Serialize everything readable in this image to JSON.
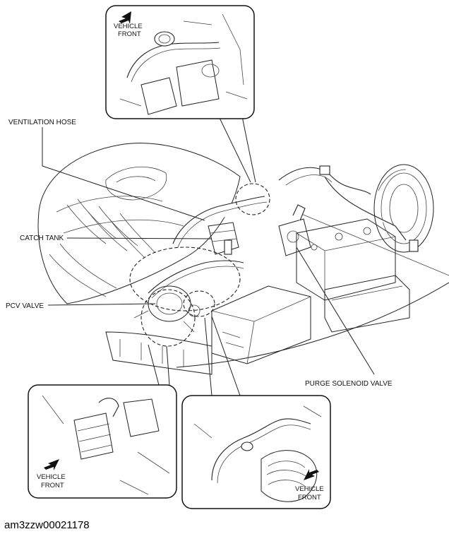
{
  "labels": {
    "ventilation_hose": "VENTILATION HOSE",
    "catch_tank": "CATCH TANK",
    "pcv_valve": "PCV VALVE",
    "purge_solenoid_valve": "PURGE SOLENOID VALVE"
  },
  "insets": {
    "top": {
      "line1": "VEHICLE",
      "line2": "FRONT"
    },
    "bottom_left": {
      "line1": "VEHICLE",
      "line2": "FRONT"
    },
    "bottom_right": {
      "line1": "VEHICLE",
      "line2": "FRONT"
    }
  },
  "figure_code": "am3zzw00021178"
}
